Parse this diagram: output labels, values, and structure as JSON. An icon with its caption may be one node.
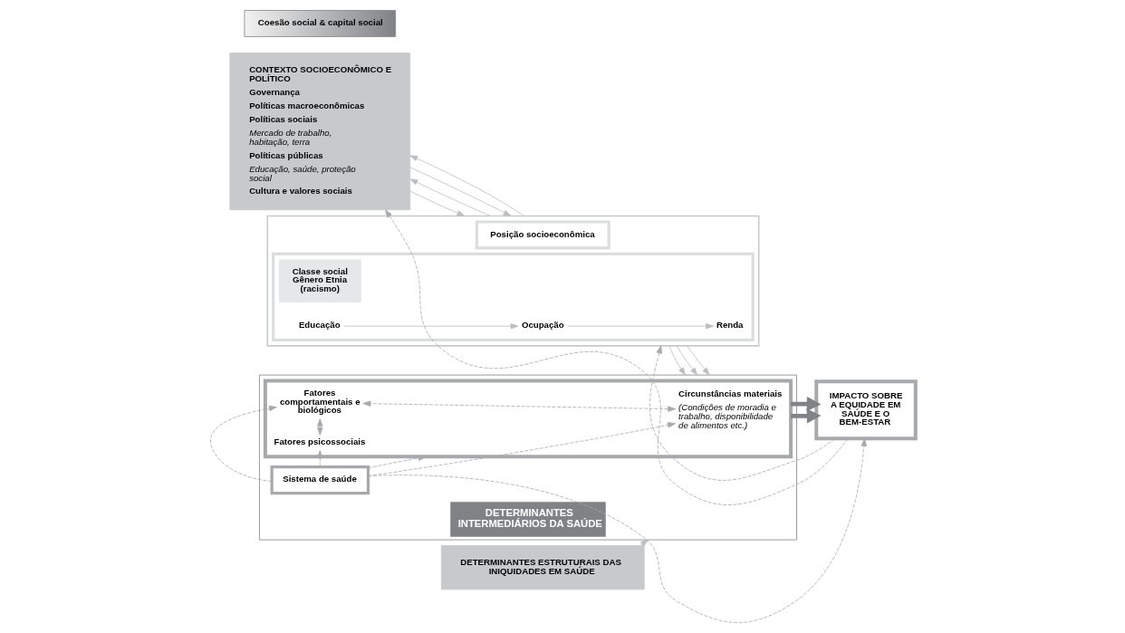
{
  "diagram": {
    "nodes": [
      {
        "text": [
          "CONTEXTO SOCIOECONÔMICO E POLÍTICO",
          "Governança",
          "Políticas macroeconômicas",
          "Políticas sociais",
          "Mercado de trabalho, habitação, terra",
          "Políticas públicas",
          "Educação, saúde, proteção social",
          "Cultura e valores sociais"
        ]
      },
      {
        "text": [
          "DETERMINANTES ESTRUTURAIS DAS INIQUIDADES EM SAÚDE"
        ]
      },
      {
        "text": [],
        "shape": "box"
      },
      {
        "text": [
          "Posição socioeconômica"
        ],
        "in": 2
      },
      {
        "text": [],
        "shape": "box",
        "in": 2
      },
      {
        "text": [
          "Classe social Gênero Etnia (racismo)"
        ],
        "in": 4
      },
      {
        "text": [
          "Educação"
        ],
        "in": 4
      },
      {
        "text": [
          "Ocupação"
        ],
        "in": 4
      },
      {
        "text": [
          "Renda"
        ],
        "in": 4
      },
      {
        "text": [
          "DETERMINANTES INTERMEDIÁRIOS DA SAÚDE"
        ]
      },
      {
        "text": [],
        "shape": "box",
        "in": 9
      },
      {
        "text": [
          "Circunstâncias materiais",
          "(Condições de moradia e trabalho, disponibilidade de alimentos etc.)"
        ],
        "in": 10
      },
      {
        "text": [
          "Fatores comportamentais e biológicos"
        ],
        "in": 10
      },
      {
        "text": [
          "Fatores psicossociais"
        ],
        "in": 10
      },
      {
        "text": [
          "Coesão social & capital social"
        ]
      },
      {
        "text": [
          "Sistema de saúde"
        ],
        "in": 9
      },
      {
        "text": [
          "IMPACTO SOBRE A EQUIDADE EM SAÚDE E O BEM-ESTAR"
        ]
      }
    ],
    "edges": [
      {
        "from": 0,
        "to": 2,
        "arrow": "to"
      },
      {
        "from": 2,
        "to": 0,
        "arrow": "to"
      },
      {
        "from": 0,
        "to": 2,
        "arrow": "to"
      },
      {
        "from": 2,
        "to": 0,
        "arrow": "to"
      },
      {
        "from": 6,
        "to": 7,
        "arrow": "to"
      },
      {
        "from": 7,
        "to": 8,
        "arrow": "to"
      },
      {
        "from": 2,
        "to": 9,
        "arrow": "to"
      },
      {
        "from": 2,
        "to": 9,
        "arrow": "to"
      },
      {
        "from": 2,
        "to": 9,
        "arrow": "to"
      },
      {
        "from": 1,
        "to": 9,
        "arrow": "to"
      },
      {
        "from": 10,
        "to": 16,
        "arrow": "to",
        "style": "thick",
        "color": "#808285"
      },
      {
        "from": 10,
        "to": 16,
        "arrow": "to",
        "style": "thick",
        "color": "#808285"
      },
      {
        "from": 16,
        "to": 0,
        "arrow": "to",
        "style": "dashed",
        "color": "#a7a9ac"
      },
      {
        "from": 16,
        "to": 2,
        "arrow": "to",
        "style": "dashed",
        "color": "#a7a9ac"
      },
      {
        "from": 11,
        "to": 12,
        "arrow": "both",
        "style": "dashed",
        "color": "#a7a9ac"
      },
      {
        "from": 12,
        "to": 13,
        "arrow": "both",
        "style": "dashed",
        "color": "#a7a9ac"
      },
      {
        "from": 15,
        "to": 11,
        "arrow": "to",
        "style": "dashed",
        "color": "#a7a9ac"
      },
      {
        "from": 15,
        "to": 12,
        "arrow": "to",
        "style": "dashed",
        "color": "#a7a9ac"
      },
      {
        "from": 15,
        "to": 13,
        "arrow": "to",
        "style": "dashed",
        "color": "#a7a9ac"
      },
      {
        "from": 15,
        "to": 10,
        "arrow": "to",
        "style": "dashed",
        "color": "#a7a9ac"
      },
      {
        "from": 15,
        "to": 16,
        "arrow": "to",
        "style": "dashed",
        "color": "#a7a9ac"
      }
    ]
  }
}
